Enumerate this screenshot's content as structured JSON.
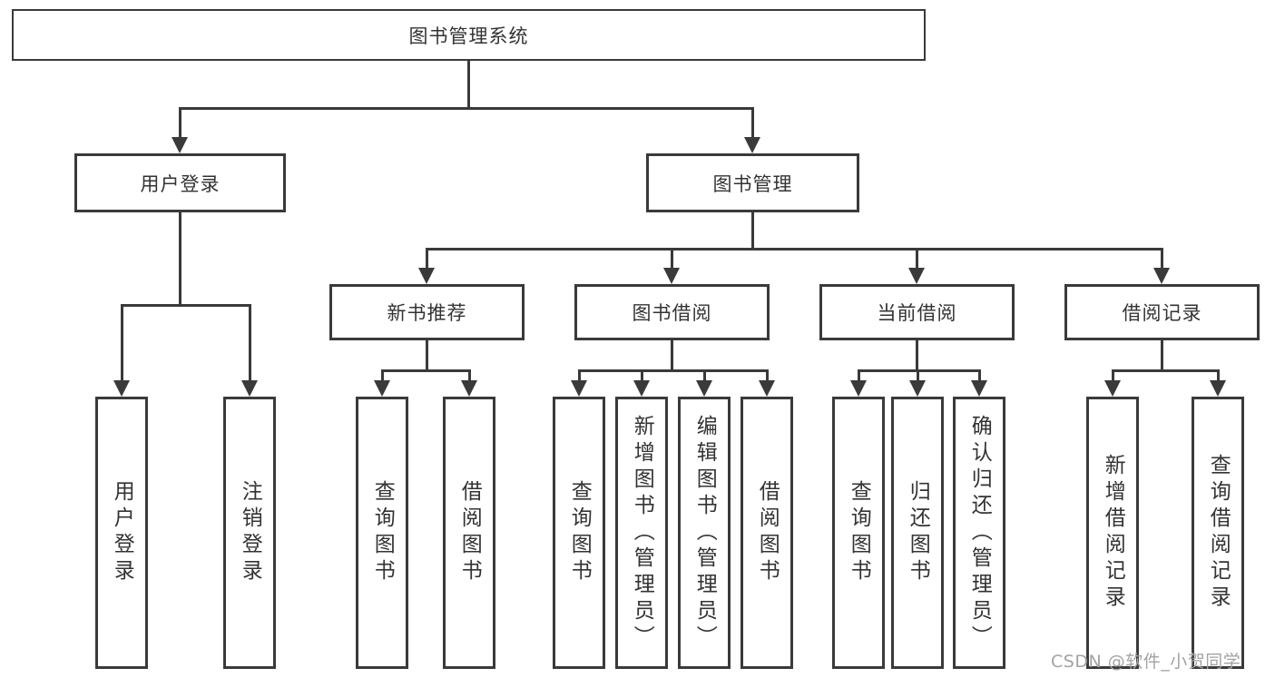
{
  "diagram": {
    "type": "hierarchy-flowchart",
    "root": {
      "label": "图书管理系统"
    },
    "level2": [
      {
        "label": "用户登录",
        "parent": "图书管理系统"
      },
      {
        "label": "图书管理",
        "parent": "图书管理系统"
      }
    ],
    "level3": [
      {
        "label": "新书推荐",
        "parent": "图书管理"
      },
      {
        "label": "图书借阅",
        "parent": "图书管理"
      },
      {
        "label": "当前借阅",
        "parent": "图书管理"
      },
      {
        "label": "借阅记录",
        "parent": "图书管理"
      }
    ],
    "leaves": [
      {
        "label": "用户登录",
        "parent": "用户登录"
      },
      {
        "label": "注销登录",
        "parent": "用户登录"
      },
      {
        "label": "查询图书",
        "parent": "新书推荐"
      },
      {
        "label": "借阅图书",
        "parent": "新书推荐"
      },
      {
        "label": "查询图书",
        "parent": "图书借阅"
      },
      {
        "label": "新增图书（管理员）",
        "parent": "图书借阅"
      },
      {
        "label": "编辑图书（管理员）",
        "parent": "图书借阅"
      },
      {
        "label": "借阅图书",
        "parent": "图书借阅"
      },
      {
        "label": "查询图书",
        "parent": "当前借阅"
      },
      {
        "label": "归还图书",
        "parent": "当前借阅"
      },
      {
        "label": "确认归还（管理员）",
        "parent": "当前借阅"
      },
      {
        "label": "新增借阅记录",
        "parent": "借阅记录"
      },
      {
        "label": "查询借阅记录",
        "parent": "借阅记录"
      }
    ],
    "watermark": {
      "text": "CSDN @软件_小贺同学"
    },
    "colors": {
      "line": "#3a3a3a",
      "text": "#333333",
      "background": "#ffffff",
      "watermark": "#a3a3a3"
    }
  }
}
